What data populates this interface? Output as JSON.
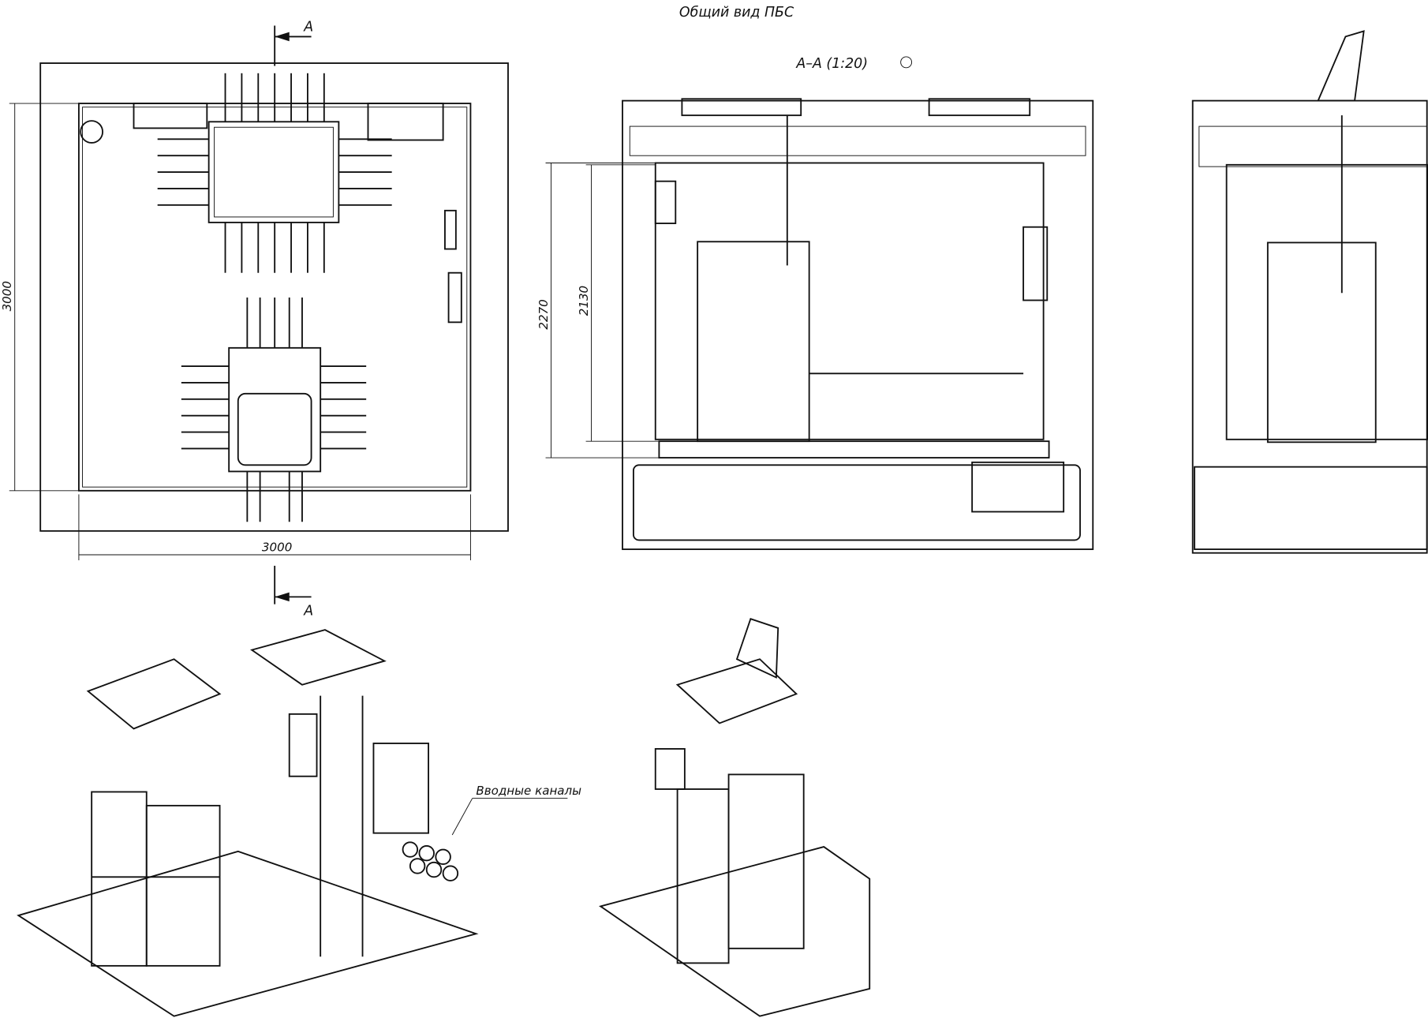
{
  "title": "Общий вид ПБС",
  "section_label": "А–А (1:20)",
  "section_markers": {
    "top": "А",
    "bottom": "А"
  },
  "plan_dimensions": {
    "width": "3000",
    "height": "3000"
  },
  "section_dimensions": {
    "outer": "2270",
    "inner": "2130"
  },
  "callout": "Вводные каналы"
}
